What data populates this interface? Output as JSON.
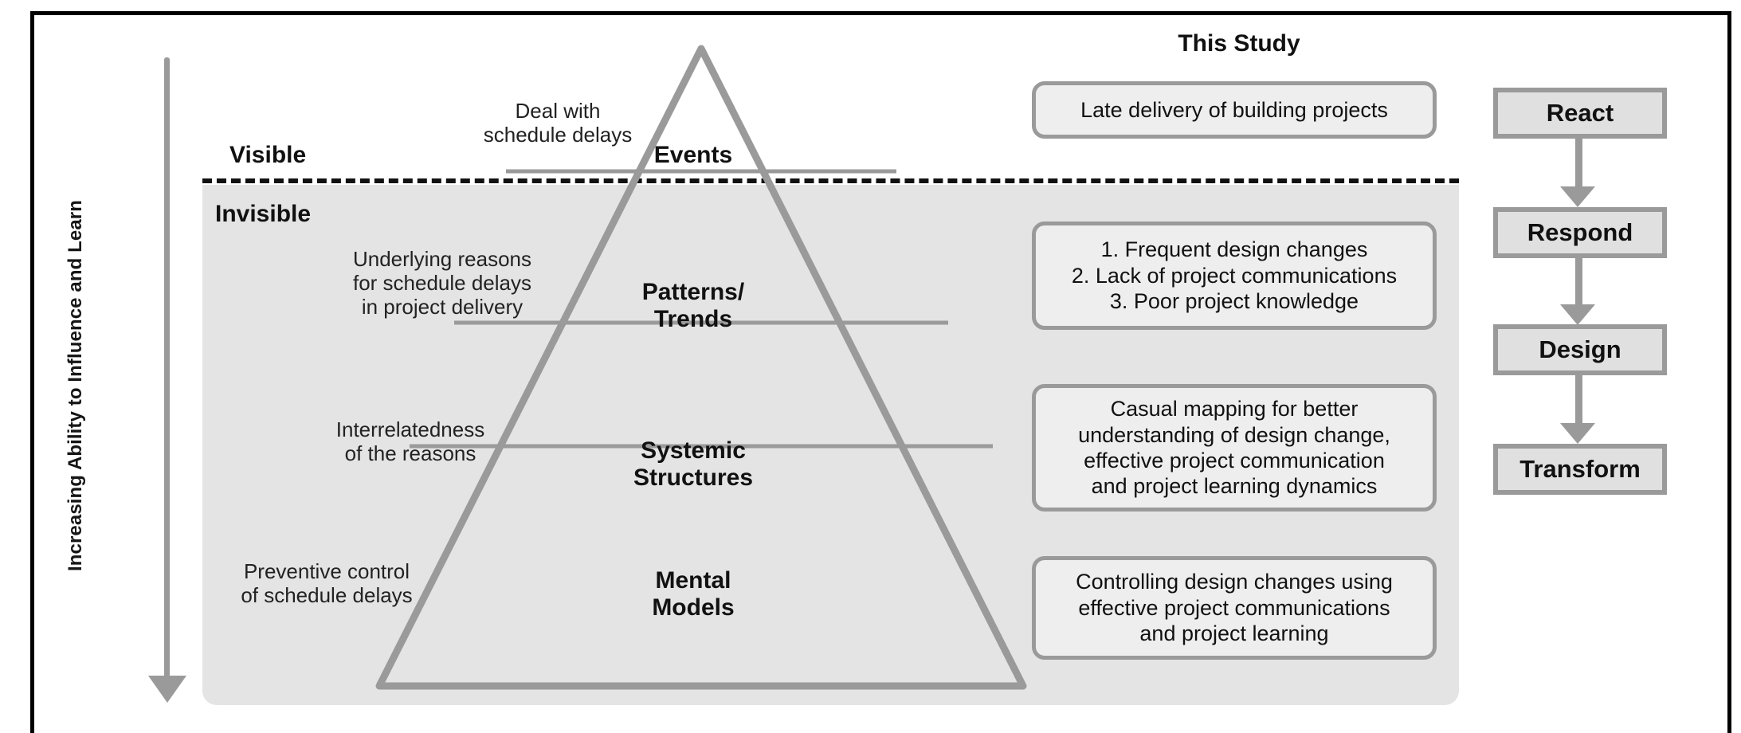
{
  "frame": {
    "axis_label": "Increasing Ability to Influence and Learn",
    "zone_visible": "Visible",
    "zone_invisible": "Invisible"
  },
  "pyramid": {
    "tiers": [
      {
        "label": "Events",
        "callout": "Deal with\nschedule delays"
      },
      {
        "label": "Patterns/\nTrends",
        "callout": "Underlying reasons\nfor schedule delays\nin project delivery"
      },
      {
        "label": "Systemic\nStructures",
        "callout": "Interrelatedness\nof the reasons"
      },
      {
        "label": "Mental\nModels",
        "callout": "Preventive control\nof schedule delays"
      }
    ]
  },
  "study": {
    "title": "This Study",
    "boxes": [
      {
        "text": "Late delivery of building projects"
      },
      {
        "text": "1. Frequent design changes\n2. Lack of project communications\n3. Poor project knowledge"
      },
      {
        "text": "Casual mapping for better\nunderstanding of design change,\neffective project communication\nand project learning dynamics"
      },
      {
        "text": "Controlling design changes using\neffective project communications\nand project learning"
      }
    ]
  },
  "flow": {
    "steps": [
      {
        "label": "React"
      },
      {
        "label": "Respond"
      },
      {
        "label": "Design"
      },
      {
        "label": "Transform"
      }
    ]
  },
  "colors": {
    "panel_grey": "#e4e4e4",
    "box_fill": "#eeeeee",
    "flow_fill": "#e0e0e0",
    "stroke_grey": "#9a9a9a",
    "frame_black": "#000000",
    "text": "#111111"
  },
  "chart_data": {
    "type": "diagram",
    "title": "Systems Thinking Iceberg applied to building project delays",
    "levels": [
      {
        "name": "Events",
        "ability_to_influence": "lowest",
        "visibility": "visible"
      },
      {
        "name": "Patterns/Trends",
        "ability_to_influence": "low",
        "visibility": "invisible"
      },
      {
        "name": "Systemic Structures",
        "ability_to_influence": "high",
        "visibility": "invisible"
      },
      {
        "name": "Mental Models",
        "ability_to_influence": "highest",
        "visibility": "invisible"
      }
    ],
    "response_modes": [
      "React",
      "Respond",
      "Design",
      "Transform"
    ]
  }
}
